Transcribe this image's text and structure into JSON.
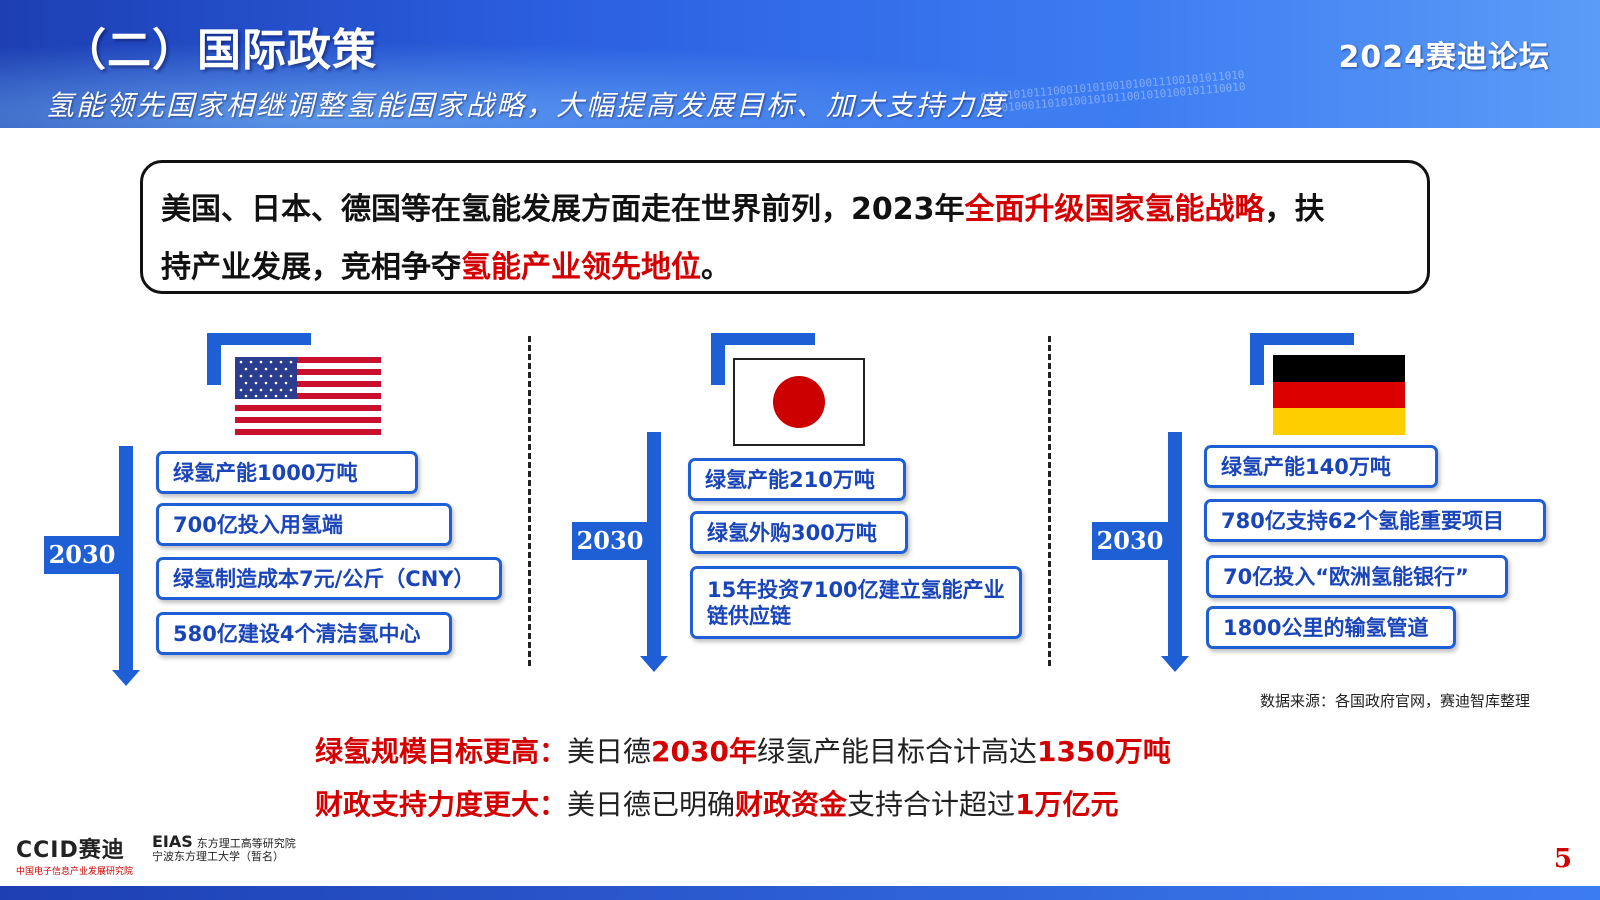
{
  "header": {
    "title": "（二）国际政策",
    "subtitle": "氢能领先国家相继调整氢能国家战略，大幅提高发展目标、加大支持力度",
    "brand": "2024赛迪论坛"
  },
  "summary": {
    "line1_a": "美国、日本、德国等在氢能发展方面走在世界前列，2023年",
    "line1_red": "全面升级国家氢能战略",
    "line1_b": "，扶",
    "line2_a": "持产业发展，竞相争夺",
    "line2_red": "氢能产业领先地位",
    "line2_b": "。"
  },
  "countries": [
    {
      "flag": "usa-flag",
      "year": "2030",
      "items": [
        "绿氢产能1000万吨",
        "700亿投入用氢端",
        "绿氢制造成本7元/公斤（CNY）",
        "580亿建设4个清洁氢中心"
      ]
    },
    {
      "flag": "japan-flag",
      "year": "2030",
      "items": [
        "绿氢产能210万吨",
        "绿氢外购300万吨",
        "15年投资7100亿建立氢能产业链供应链"
      ]
    },
    {
      "flag": "germany-flag",
      "year": "2030",
      "items": [
        "绿氢产能140万吨",
        "780亿支持62个氢能重要项目",
        "70亿投入“欧洲氢能银行”",
        "1800公里的输氢管道"
      ]
    }
  ],
  "source": "数据来源：各国政府官网，赛迪智库整理",
  "conclusions": [
    {
      "label": "绿氢规模目标更高：",
      "a": "美日德",
      "hl1": "2030年",
      "b": "绿氢产能目标合计高达",
      "hl2": "1350万吨"
    },
    {
      "label": "财政支持力度更大：",
      "a": "美日德已明确",
      "hl1": "财政资金",
      "b": "支持合计超过",
      "hl2": "1万亿元"
    }
  ],
  "footer": {
    "logo1": "CCID赛迪",
    "logo1_sub": "中国电子信息产业发展研究院",
    "logo2_mark": "EIAS",
    "logo2_top": "东方理工高等研究院",
    "logo2_bottom": "宁波东方理工大学（暂名）",
    "page": "5"
  },
  "colors": {
    "accent": "#1f5fd6",
    "highlight": "#d40000"
  }
}
